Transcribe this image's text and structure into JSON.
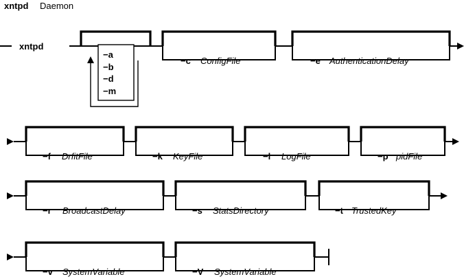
{
  "header": {
    "command": "xntpd",
    "subtitle": "Daemon"
  },
  "rows": [
    {
      "start_label": "xntpd",
      "flag_stack": [
        "-a",
        "-b",
        "-d",
        "-m"
      ],
      "options": [
        {
          "flag": "-c",
          "arg": "ConfigFile"
        },
        {
          "flag": "-e",
          "arg": "AuthenticationDelay"
        }
      ]
    },
    {
      "options": [
        {
          "flag": "-f",
          "arg": "DrfitFile"
        },
        {
          "flag": "-k",
          "arg": "KeyFile"
        },
        {
          "flag": "-l",
          "arg": "LogFile"
        },
        {
          "flag": "-p",
          "arg": "pidFile"
        }
      ]
    },
    {
      "options": [
        {
          "flag": "-r",
          "arg": "BroadcastDelay"
        },
        {
          "flag": "-s",
          "arg": "StatsDirectory"
        },
        {
          "flag": "-t",
          "arg": "TrustedKey"
        }
      ]
    },
    {
      "options": [
        {
          "flag": "-v",
          "arg": "SystemVariable"
        },
        {
          "flag": "-V",
          "arg": "SystemVariable"
        }
      ]
    }
  ]
}
